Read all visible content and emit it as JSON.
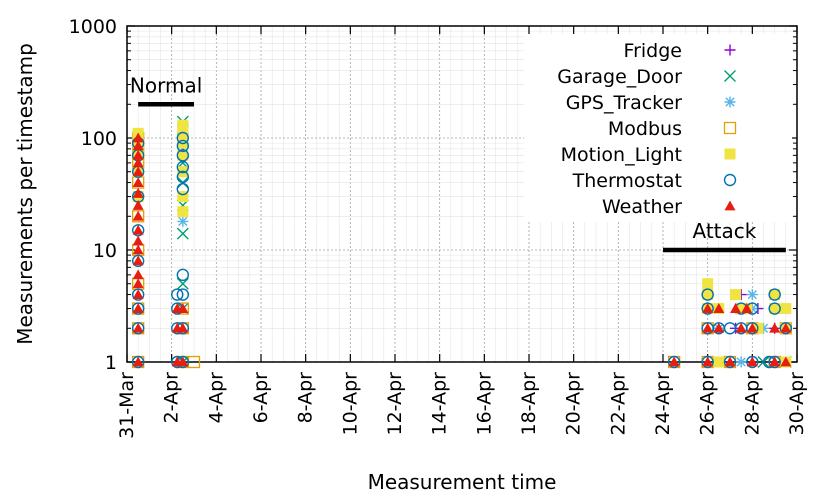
{
  "chart_data": {
    "type": "scatter",
    "title": "",
    "xlabel": "Measurement time",
    "ylabel": "Measurements per timestamp",
    "x_scale": "date",
    "y_scale": "log",
    "xlim": [
      "2017-03-31",
      "2017-04-30"
    ],
    "ylim": [
      1,
      1000
    ],
    "x_ticks": [
      "31-Mar",
      "2-Apr",
      "4-Apr",
      "6-Apr",
      "8-Apr",
      "10-Apr",
      "12-Apr",
      "14-Apr",
      "16-Apr",
      "18-Apr",
      "20-Apr",
      "22-Apr",
      "24-Apr",
      "26-Apr",
      "28-Apr",
      "30-Apr"
    ],
    "y_ticks": [
      "1",
      "10",
      "100",
      "1000"
    ],
    "grid": true,
    "legend_position": "top-right",
    "annotations": [
      {
        "text": "Normal",
        "from": "2017-03-31T12:00",
        "to": "2017-04-03T00:00",
        "y": 200
      },
      {
        "text": "Attack",
        "from": "2017-04-24T00:00",
        "to": "2017-04-29T12:00",
        "y": 10
      }
    ],
    "series": [
      {
        "name": "Fridge",
        "marker": "plus",
        "color": "#9400d3",
        "points": [
          [
            "2017-04-27T12:00",
            4
          ],
          [
            "2017-04-27T18:00",
            3
          ],
          [
            "2017-04-27T06:00",
            2
          ],
          [
            "2017-04-28T06:00",
            3
          ],
          [
            "2017-04-26T12:00",
            2
          ],
          [
            "2017-04-29T00:00",
            2
          ]
        ]
      },
      {
        "name": "Garage_Door",
        "marker": "x",
        "color": "#009e73",
        "points": [
          [
            "2017-04-02T12:00",
            140
          ],
          [
            "2017-04-02T12:00",
            120
          ],
          [
            "2017-04-02T12:00",
            100
          ],
          [
            "2017-04-02T12:00",
            80
          ],
          [
            "2017-04-02T12:00",
            60
          ],
          [
            "2017-04-02T12:00",
            40
          ],
          [
            "2017-04-02T12:00",
            25
          ],
          [
            "2017-04-02T12:00",
            14
          ],
          [
            "2017-04-02T12:00",
            5
          ],
          [
            "2017-04-02T12:00",
            3
          ],
          [
            "2017-04-02T12:00",
            1
          ],
          [
            "2017-04-29T12:00",
            1
          ],
          [
            "2017-04-28T12:00",
            1
          ],
          [
            "2017-04-27T12:00",
            3
          ]
        ]
      },
      {
        "name": "GPS_Tracker",
        "marker": "star",
        "color": "#56b4e9",
        "points": [
          [
            "2017-04-02T12:00",
            110
          ],
          [
            "2017-04-02T12:00",
            90
          ],
          [
            "2017-04-02T12:00",
            70
          ],
          [
            "2017-04-02T12:00",
            50
          ],
          [
            "2017-04-02T12:00",
            30
          ],
          [
            "2017-04-02T12:00",
            18
          ],
          [
            "2017-04-28T00:00",
            4
          ],
          [
            "2017-04-28T00:00",
            3
          ],
          [
            "2017-04-26T12:00",
            2
          ],
          [
            "2017-04-28T12:00",
            2
          ],
          [
            "2017-04-27T12:00",
            1
          ]
        ]
      },
      {
        "name": "Modbus",
        "marker": "square-open",
        "color": "#e69f00",
        "points": [
          [
            "2017-03-31T12:00",
            100
          ],
          [
            "2017-03-31T12:00",
            80
          ],
          [
            "2017-03-31T12:00",
            60
          ],
          [
            "2017-03-31T12:00",
            40
          ],
          [
            "2017-03-31T12:00",
            20
          ],
          [
            "2017-03-31T12:00",
            10
          ],
          [
            "2017-03-31T12:00",
            5
          ],
          [
            "2017-03-31T12:00",
            3
          ],
          [
            "2017-03-31T12:00",
            2
          ],
          [
            "2017-03-31T12:00",
            1
          ],
          [
            "2017-04-02T12:00",
            3
          ],
          [
            "2017-04-02T12:00",
            2
          ],
          [
            "2017-04-02T12:00",
            1
          ],
          [
            "2017-04-03T00:00",
            1
          ],
          [
            "2017-04-24T12:00",
            1
          ],
          [
            "2017-04-26T00:00",
            2
          ],
          [
            "2017-04-26T00:00",
            1
          ],
          [
            "2017-04-27T00:00",
            1
          ],
          [
            "2017-04-28T00:00",
            2
          ],
          [
            "2017-04-29T00:00",
            1
          ],
          [
            "2017-04-29T12:00",
            2
          ]
        ]
      },
      {
        "name": "Motion_Light",
        "marker": "square",
        "color": "#f0e442",
        "points": [
          [
            "2017-03-31T12:00",
            110
          ],
          [
            "2017-03-31T12:00",
            90
          ],
          [
            "2017-03-31T12:00",
            70
          ],
          [
            "2017-03-31T12:00",
            50
          ],
          [
            "2017-03-31T12:00",
            30
          ],
          [
            "2017-04-02T12:00",
            130
          ],
          [
            "2017-04-02T12:00",
            110
          ],
          [
            "2017-04-02T12:00",
            90
          ],
          [
            "2017-04-02T12:00",
            70
          ],
          [
            "2017-04-02T12:00",
            50
          ],
          [
            "2017-04-02T12:00",
            30
          ],
          [
            "2017-04-02T12:00",
            22
          ],
          [
            "2017-04-26T00:00",
            5
          ],
          [
            "2017-04-26T00:00",
            4
          ],
          [
            "2017-04-26T00:00",
            3
          ],
          [
            "2017-04-26T12:00",
            3
          ],
          [
            "2017-04-26T12:00",
            1
          ],
          [
            "2017-04-27T06:00",
            4
          ],
          [
            "2017-04-27T12:00",
            3
          ],
          [
            "2017-04-27T18:00",
            3
          ],
          [
            "2017-04-28T06:00",
            2
          ],
          [
            "2017-04-29T00:00",
            4
          ],
          [
            "2017-04-29T00:00",
            3
          ],
          [
            "2017-04-29T12:00",
            3
          ],
          [
            "2017-04-29T12:00",
            2
          ],
          [
            "2017-04-29T12:00",
            1
          ]
        ]
      },
      {
        "name": "Thermostat",
        "marker": "circle-open",
        "color": "#0072b2",
        "points": [
          [
            "2017-03-31T12:00",
            90
          ],
          [
            "2017-03-31T12:00",
            70
          ],
          [
            "2017-03-31T12:00",
            50
          ],
          [
            "2017-03-31T12:00",
            30
          ],
          [
            "2017-03-31T12:00",
            15
          ],
          [
            "2017-03-31T12:00",
            8
          ],
          [
            "2017-03-31T12:00",
            4
          ],
          [
            "2017-03-31T12:00",
            3
          ],
          [
            "2017-03-31T12:00",
            2
          ],
          [
            "2017-03-31T12:00",
            1
          ],
          [
            "2017-04-02T06:00",
            4
          ],
          [
            "2017-04-02T06:00",
            3
          ],
          [
            "2017-04-02T06:00",
            2
          ],
          [
            "2017-04-02T06:00",
            1
          ],
          [
            "2017-04-02T12:00",
            100
          ],
          [
            "2017-04-02T12:00",
            85
          ],
          [
            "2017-04-02T12:00",
            70
          ],
          [
            "2017-04-02T12:00",
            55
          ],
          [
            "2017-04-02T12:00",
            45
          ],
          [
            "2017-04-02T12:00",
            35
          ],
          [
            "2017-04-02T12:00",
            6
          ],
          [
            "2017-04-02T12:00",
            4
          ],
          [
            "2017-04-02T12:00",
            2
          ],
          [
            "2017-04-02T12:00",
            1
          ],
          [
            "2017-04-24T12:00",
            1
          ],
          [
            "2017-04-26T00:00",
            4
          ],
          [
            "2017-04-26T00:00",
            3
          ],
          [
            "2017-04-26T00:00",
            2
          ],
          [
            "2017-04-26T00:00",
            1
          ],
          [
            "2017-04-26T12:00",
            2
          ],
          [
            "2017-04-27T00:00",
            2
          ],
          [
            "2017-04-27T00:00",
            1
          ],
          [
            "2017-04-27T12:00",
            3
          ],
          [
            "2017-04-27T12:00",
            2
          ],
          [
            "2017-04-28T00:00",
            3
          ],
          [
            "2017-04-28T00:00",
            2
          ],
          [
            "2017-04-28T00:00",
            1
          ],
          [
            "2017-04-28T18:00",
            1
          ],
          [
            "2017-04-29T00:00",
            4
          ],
          [
            "2017-04-29T00:00",
            3
          ],
          [
            "2017-04-29T00:00",
            1
          ],
          [
            "2017-04-29T12:00",
            2
          ]
        ]
      },
      {
        "name": "Weather",
        "marker": "triangle",
        "color": "#e51e10",
        "points": [
          [
            "2017-03-31T12:00",
            100
          ],
          [
            "2017-03-31T12:00",
            85
          ],
          [
            "2017-03-31T12:00",
            70
          ],
          [
            "2017-03-31T12:00",
            60
          ],
          [
            "2017-03-31T12:00",
            50
          ],
          [
            "2017-03-31T12:00",
            40
          ],
          [
            "2017-03-31T12:00",
            32
          ],
          [
            "2017-03-31T12:00",
            25
          ],
          [
            "2017-03-31T12:00",
            20
          ],
          [
            "2017-03-31T12:00",
            15
          ],
          [
            "2017-03-31T12:00",
            12
          ],
          [
            "2017-03-31T12:00",
            10
          ],
          [
            "2017-03-31T12:00",
            8
          ],
          [
            "2017-03-31T12:00",
            6
          ],
          [
            "2017-03-31T12:00",
            5
          ],
          [
            "2017-03-31T12:00",
            4
          ],
          [
            "2017-03-31T12:00",
            3
          ],
          [
            "2017-03-31T12:00",
            2
          ],
          [
            "2017-03-31T12:00",
            1
          ],
          [
            "2017-04-02T06:00",
            3
          ],
          [
            "2017-04-02T06:00",
            2
          ],
          [
            "2017-04-02T06:00",
            1
          ],
          [
            "2017-04-02T12:00",
            3
          ],
          [
            "2017-04-02T12:00",
            2
          ],
          [
            "2017-04-02T12:00",
            1
          ],
          [
            "2017-04-24T12:00",
            1
          ],
          [
            "2017-04-26T00:00",
            3
          ],
          [
            "2017-04-26T00:00",
            2
          ],
          [
            "2017-04-26T00:00",
            1
          ],
          [
            "2017-04-26T12:00",
            3
          ],
          [
            "2017-04-26T12:00",
            2
          ],
          [
            "2017-04-27T00:00",
            1
          ],
          [
            "2017-04-27T06:00",
            3
          ],
          [
            "2017-04-27T12:00",
            2
          ],
          [
            "2017-04-27T18:00",
            3
          ],
          [
            "2017-04-28T00:00",
            2
          ],
          [
            "2017-04-28T00:00",
            1
          ],
          [
            "2017-04-29T00:00",
            2
          ],
          [
            "2017-04-29T00:00",
            1
          ],
          [
            "2017-04-29T12:00",
            2
          ],
          [
            "2017-04-29T12:00",
            1
          ]
        ]
      }
    ]
  }
}
